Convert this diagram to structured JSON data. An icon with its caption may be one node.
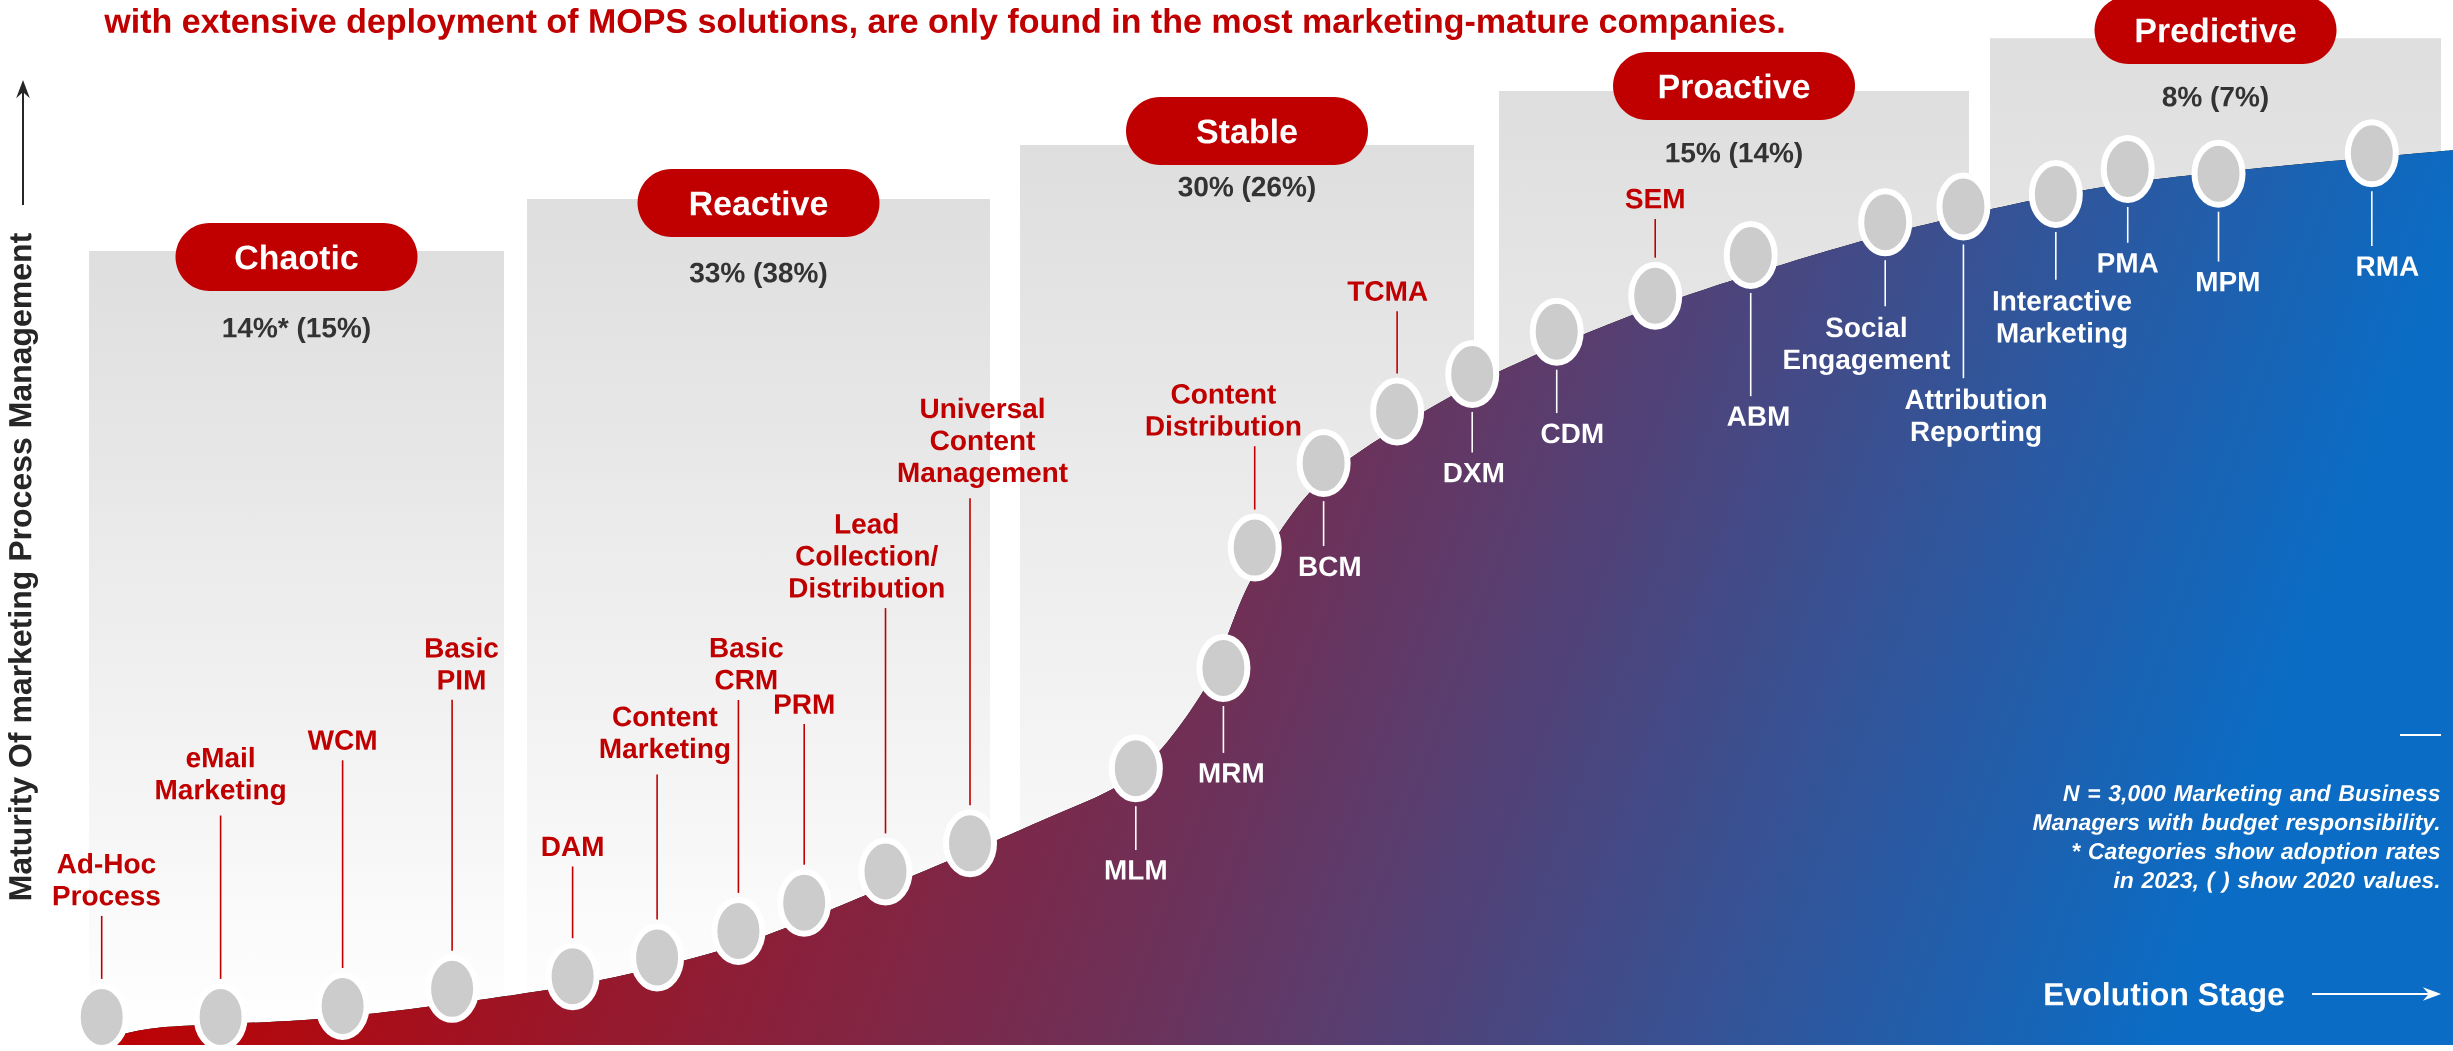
{
  "diagram": {
    "title": "with extensive deployment of MOPS solutions, are only found in the most marketing-mature companies.",
    "nodes": [
      {
        "text": [
          "Chaotic",
          "14%* (15%)"
        ]
      },
      {
        "text": [
          "Reactive",
          "33% (38%)"
        ]
      },
      {
        "text": [
          "Stable",
          "30% (26%)"
        ]
      },
      {
        "text": [
          "Proactive",
          "15% (14%)"
        ]
      },
      {
        "text": [
          "Predictive",
          "8% (7%)"
        ]
      },
      {
        "text": [
          "Ad-Hoc Process"
        ]
      },
      {
        "text": [],
        "shape": "circle"
      },
      {
        "text": [
          "eMail Marketing"
        ]
      },
      {
        "text": [],
        "shape": "circle"
      },
      {
        "text": [
          "WCM"
        ]
      },
      {
        "text": [],
        "shape": "circle"
      },
      {
        "text": [
          "Basic PIM"
        ]
      },
      {
        "text": [],
        "shape": "circle"
      },
      {
        "text": [
          "DAM"
        ]
      },
      {
        "text": [],
        "shape": "circle"
      },
      {
        "text": [
          "Content Marketing"
        ]
      },
      {
        "text": [],
        "shape": "circle"
      },
      {
        "text": [
          "Basic CRM"
        ]
      },
      {
        "text": [],
        "shape": "circle"
      },
      {
        "text": [
          "PRM"
        ]
      },
      {
        "text": [],
        "shape": "circle"
      },
      {
        "text": [
          "Lead Collection/ Distribution"
        ]
      },
      {
        "text": [],
        "shape": "circle"
      },
      {
        "text": [
          "Universal Content Management"
        ]
      },
      {
        "text": [],
        "shape": "circle"
      },
      {
        "text": [
          "MLM"
        ]
      },
      {
        "text": [],
        "shape": "circle"
      },
      {
        "text": [
          "MRM"
        ]
      },
      {
        "text": [],
        "shape": "circle"
      },
      {
        "text": [
          "Content Distribution"
        ]
      },
      {
        "text": [],
        "shape": "circle"
      },
      {
        "text": [
          "BCM"
        ]
      },
      {
        "text": [],
        "shape": "circle"
      },
      {
        "text": [
          "TCMA"
        ]
      },
      {
        "text": [],
        "shape": "circle"
      },
      {
        "text": [
          "DXM"
        ]
      },
      {
        "text": [],
        "shape": "circle"
      },
      {
        "text": [
          "CDM"
        ]
      },
      {
        "text": [],
        "shape": "circle"
      },
      {
        "text": [
          "SEM"
        ]
      },
      {
        "text": [],
        "shape": "circle"
      },
      {
        "text": [
          "ABM"
        ]
      },
      {
        "text": [],
        "shape": "circle"
      },
      {
        "text": [
          "Social Engagement"
        ]
      },
      {
        "text": [],
        "shape": "circle"
      },
      {
        "text": [
          "Attribution Reporting"
        ]
      },
      {
        "text": [],
        "shape": "circle"
      },
      {
        "text": [
          "Interactive Marketing"
        ]
      },
      {
        "text": [],
        "shape": "circle"
      },
      {
        "text": [
          "PMA"
        ]
      },
      {
        "text": [],
        "shape": "circle"
      },
      {
        "text": [
          "MPM"
        ]
      },
      {
        "text": [],
        "shape": "circle"
      },
      {
        "text": [
          "RMA"
        ]
      },
      {
        "text": [],
        "shape": "circle"
      }
    ],
    "edges": [
      {
        "from": 5,
        "to": 6,
        "arrow": "none"
      },
      {
        "from": 7,
        "to": 8,
        "arrow": "none"
      },
      {
        "from": 9,
        "to": 10,
        "arrow": "none"
      },
      {
        "from": 11,
        "to": 12,
        "arrow": "none"
      },
      {
        "from": 13,
        "to": 14,
        "arrow": "none"
      },
      {
        "from": 15,
        "to": 16,
        "arrow": "none"
      },
      {
        "from": 17,
        "to": 18,
        "arrow": "none"
      },
      {
        "from": 19,
        "to": 20,
        "arrow": "none"
      },
      {
        "from": 21,
        "to": 22,
        "arrow": "none"
      },
      {
        "from": 23,
        "to": 24,
        "arrow": "none"
      },
      {
        "from": 25,
        "to": 26,
        "arrow": "none",
        "color": "#ffffff"
      },
      {
        "from": 27,
        "to": 28,
        "arrow": "none",
        "color": "#ffffff"
      },
      {
        "from": 29,
        "to": 30,
        "arrow": "none"
      },
      {
        "from": 31,
        "to": 32,
        "arrow": "none",
        "color": "#ffffff"
      },
      {
        "from": 33,
        "to": 34,
        "arrow": "none"
      },
      {
        "from": 35,
        "to": 36,
        "arrow": "none",
        "color": "#ffffff"
      },
      {
        "from": 37,
        "to": 38,
        "arrow": "none",
        "color": "#ffffff"
      },
      {
        "from": 39,
        "to": 40,
        "arrow": "none"
      },
      {
        "from": 41,
        "to": 42,
        "arrow": "none",
        "color": "#ffffff"
      },
      {
        "from": 43,
        "to": 44,
        "arrow": "none",
        "color": "#ffffff"
      },
      {
        "from": 45,
        "to": 46,
        "arrow": "none",
        "color": "#ffffff"
      },
      {
        "from": 47,
        "to": 48,
        "arrow": "none",
        "color": "#ffffff"
      },
      {
        "from": 49,
        "to": 50,
        "arrow": "none",
        "color": "#ffffff"
      },
      {
        "from": 51,
        "to": 52,
        "arrow": "none",
        "color": "#ffffff"
      },
      {
        "from": 53,
        "to": 54,
        "arrow": "none",
        "color": "#ffffff"
      }
    ],
    "labels": [
      "Maturity Of marketing Process Management",
      "N = 3,000 Marketing and Business Managers with budget responsibility.",
      "* Categories show adoption rates in 2023, ( ) show 2020 values.",
      "Evolution Stage"
    ]
  }
}
